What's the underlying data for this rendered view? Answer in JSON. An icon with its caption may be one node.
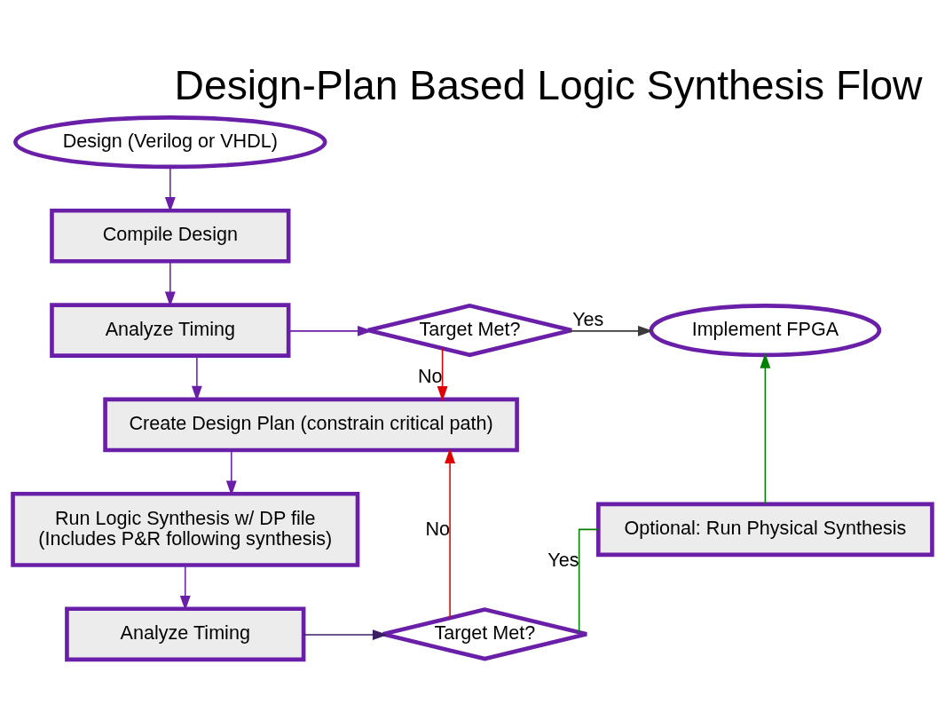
{
  "diagram": {
    "title": "Design-Plan Based Logic Synthesis Flow",
    "nodes": [
      {
        "text": [
          "Design (Verilog or VHDL)"
        ]
      },
      {
        "text": [
          "Compile Design"
        ]
      },
      {
        "text": [
          "Analyze Timing"
        ]
      },
      {
        "text": [
          "Target Met?"
        ]
      },
      {
        "text": [
          "Implement FPGA"
        ]
      },
      {
        "text": [
          "Create Design Plan (constrain critical path)"
        ]
      },
      {
        "text": [
          "Run Logic Synthesis w/ DP file",
          "(Includes P&R following synthesis)"
        ]
      },
      {
        "text": [
          "Optional: Run Physical Synthesis"
        ]
      },
      {
        "text": [
          "Analyze Timing"
        ]
      },
      {
        "text": [
          "Target Met?"
        ]
      }
    ],
    "edges": [
      {
        "from": 0,
        "to": 1,
        "arrow": "to"
      },
      {
        "from": 1,
        "to": 2,
        "arrow": "to"
      },
      {
        "from": 2,
        "to": 3,
        "arrow": "to"
      },
      {
        "from": 3,
        "to": 4,
        "arrow": "to",
        "label": "Yes",
        "color": "#3a3a3a"
      },
      {
        "from": 3,
        "to": 5,
        "arrow": "to",
        "label": "No",
        "color": "#e00000"
      },
      {
        "from": 2,
        "to": 5,
        "arrow": "to"
      },
      {
        "from": 5,
        "to": 6,
        "arrow": "to"
      },
      {
        "from": 6,
        "to": 8,
        "arrow": "to"
      },
      {
        "from": 8,
        "to": 9,
        "arrow": "to",
        "color": "#3c1e64"
      },
      {
        "from": 9,
        "to": 7,
        "arrow": "none",
        "label": "Yes",
        "color": "#008000"
      },
      {
        "from": 7,
        "to": 4,
        "arrow": "to",
        "color": "#008000"
      },
      {
        "from": 9,
        "to": 5,
        "arrow": "to",
        "label": "No",
        "color": "#e00000"
      }
    ]
  }
}
